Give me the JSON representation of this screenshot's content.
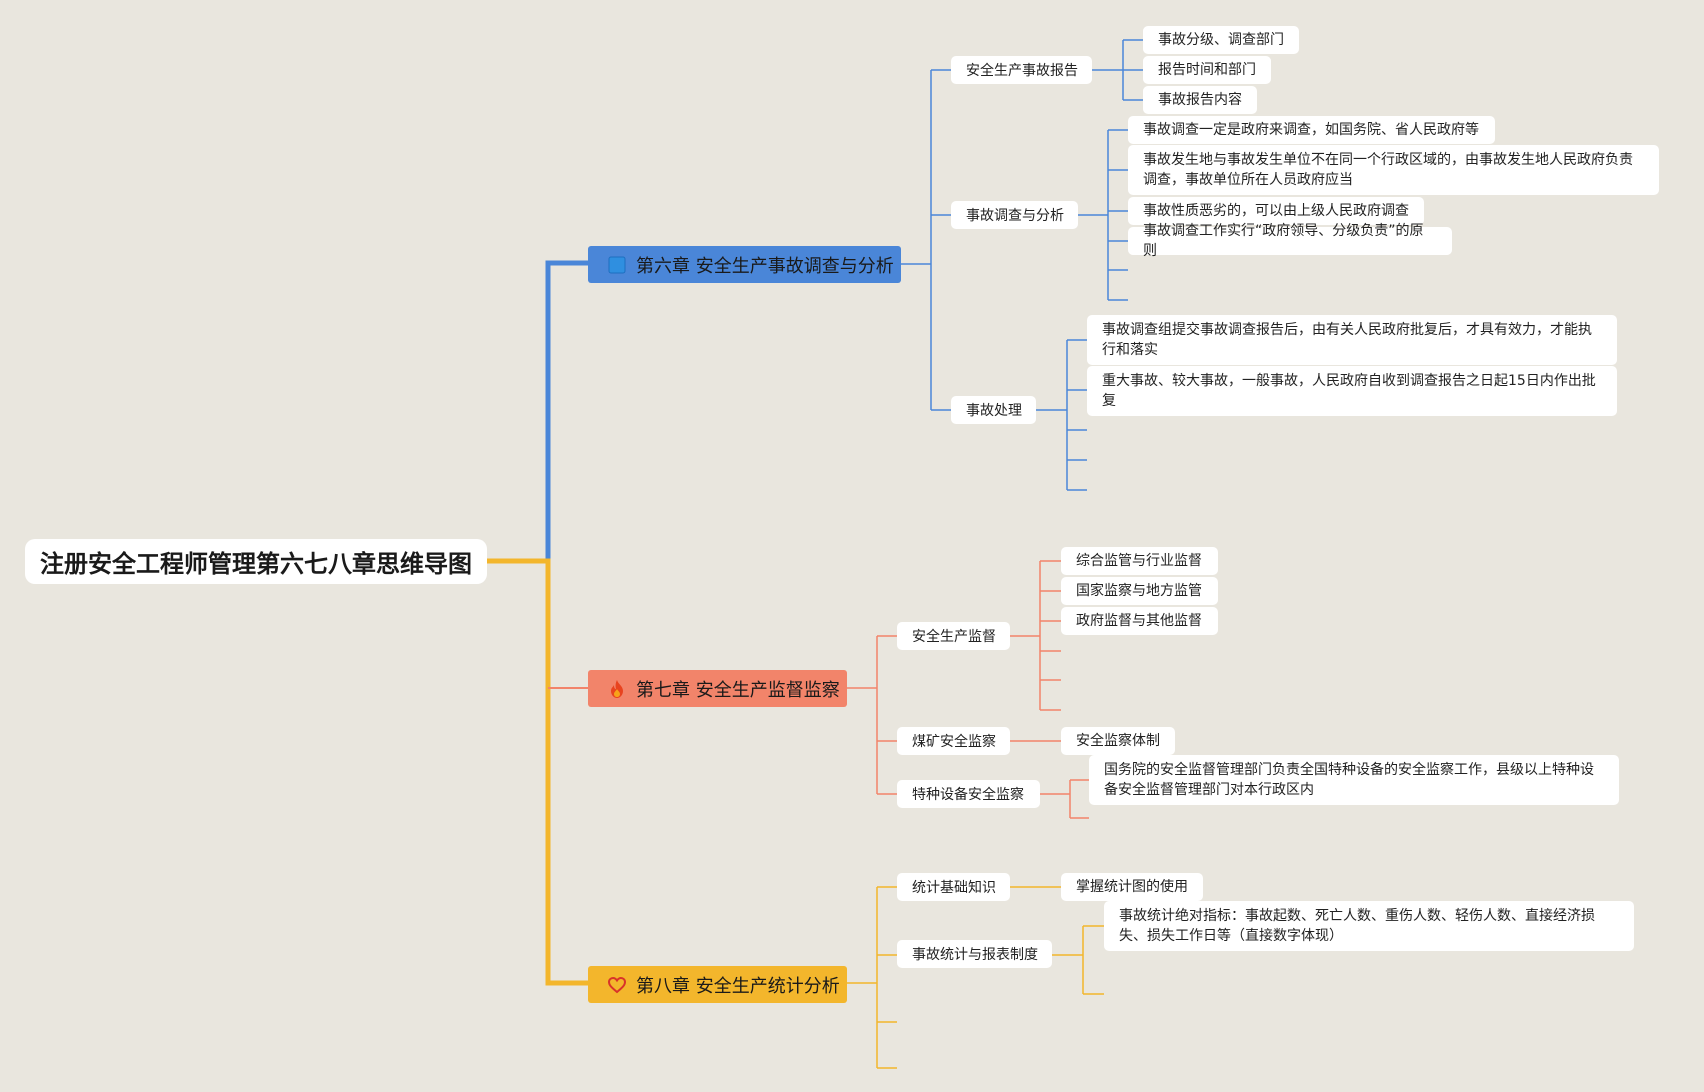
{
  "root": {
    "title": "注册安全工程师管理第六七八章思维导图"
  },
  "colors": {
    "ch6": "#4a86d8",
    "ch7": "#f2846a",
    "ch8": "#f3b62c",
    "background": "#e9e6de"
  },
  "chapters": [
    {
      "title": "第六章 安全生产事故调查与分析",
      "icon": "blue-square-icon",
      "sections": [
        {
          "title": "安全生产事故报告",
          "items": [
            "事故分级、调查部门",
            "报告时间和部门",
            "事故报告内容"
          ]
        },
        {
          "title": "事故调查与分析",
          "items": [
            "事故调查一定是政府来调查，如国务院、省人民政府等",
            "事故发生地与事故发生单位不在同一个行政区域的，由事故发生地人民政府负责调查，事故单位所在人员政府应当",
            "事故性质恶劣的，可以由上级人民政府调查",
            "事故调查工作实行“政府领导、分级负责”的原则"
          ]
        },
        {
          "title": "事故处理",
          "items": [
            "事故调查组提交事故调查报告后，由有关人民政府批复后，才具有效力，才能执行和落实",
            "重大事故、较大事故，一般事故，人民政府自收到调查报告之日起15日内作出批复"
          ]
        }
      ]
    },
    {
      "title": "第七章 安全生产监督监察",
      "icon": "fire-icon",
      "sections": [
        {
          "title": "安全生产监督",
          "items": [
            "综合监管与行业监督",
            "国家监察与地方监管",
            "政府监督与其他监督"
          ]
        },
        {
          "title": "煤矿安全监察",
          "items": [
            "安全监察体制"
          ]
        },
        {
          "title": "特种设备安全监察",
          "items": [
            "国务院的安全监督管理部门负责全国特种设备的安全监察工作，县级以上特种设备安全监督管理部门对本行政区内"
          ]
        }
      ]
    },
    {
      "title": "第八章 安全生产统计分析",
      "icon": "heart-outline-icon",
      "sections": [
        {
          "title": "统计基础知识",
          "items": [
            "掌握统计图的使用"
          ]
        },
        {
          "title": "事故统计与报表制度",
          "items": [
            "事故统计绝对指标：事故起数、死亡人数、重伤人数、轻伤人数、直接经济损失、损失工作日等（直接数字体现）"
          ]
        }
      ]
    }
  ]
}
